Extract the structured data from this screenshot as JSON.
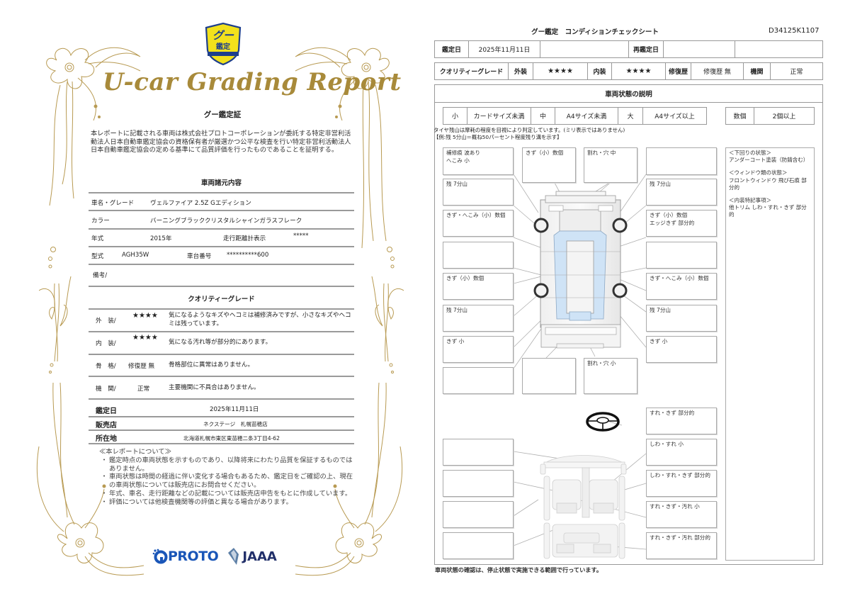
{
  "left_page": {
    "badge": {
      "top_text": "グー",
      "bottom_text": "鑑定",
      "color_fill": "#f2e11c",
      "color_border": "#1e3f8c"
    },
    "script_title": "U-car Grading Report",
    "certificate_title": "グー鑑定証",
    "certificate_intro": "本レポートに記載される車両は株式会社プロトコーポレーションが委託する特定非営利活動法人日本自動車鑑定協会の資格保有者が厳選かつ公平な検査を行い特定非営利活動法人日本自動車鑑定協会の定める基準にて品質評価を行ったものであることを証明する。",
    "specs": {
      "section_title": "車両諸元内容",
      "car_name_label": "車名・グレード",
      "car_name_value": "ヴェルファイア 2.5Z Gエディション",
      "color_label": "カラー",
      "color_value": "バーニングブラッククリスタルシャインガラスフレーク",
      "year_label": "年式",
      "year_value": "2015年",
      "odometer_label": "走行距離計表示",
      "odometer_value": "*****",
      "model_label": "型式",
      "model_value": "AGH35W",
      "chassis_label": "車台番号",
      "chassis_value": "**********600",
      "remarks_label": "備考/"
    },
    "quality": {
      "section_title": "クオリティーグレード",
      "rows": [
        {
          "label": "外　装/",
          "grade": "★★★★",
          "description": "気になるようなキズやヘコミは補修済みですが、小さなキズやヘコミは残っています。"
        },
        {
          "label": "内　装/",
          "grade": "★★★★",
          "description": "気になる汚れ等が部分的にあります。"
        },
        {
          "label": "骨　格/",
          "grade": "修復歴 無",
          "description": "骨格部位に異常はありません。"
        },
        {
          "label": "機　関/",
          "grade": "正常",
          "description": "主要機関に不具合はありません。"
        }
      ]
    },
    "info": {
      "date_label": "鑑定日",
      "date_value": "2025年11月11日",
      "dealer_label": "販売店",
      "dealer_value": "ネクステージ　札幌苗穂店",
      "location_label": "所在地",
      "location_value": "北海道札幌市東区東苗穂二条3丁目4-62"
    },
    "notes": {
      "heading": "≪本レポートについて≫",
      "items": [
        "鑑定時点の車両状態を示すものであり、以降将来にわたり品質を保証するものではありません。",
        "車両状態は時間の経過に伴い変化する場合もあるため、鑑定日をご確認の上、現在の車両状態については販売店にお問合せください。",
        "年式、車名、走行距離などの記載については販売店申告をもとに作成しています。",
        "評価については他検査機関等の評価と異なる場合があります。"
      ]
    },
    "logos": {
      "proto": "PROTO",
      "jaaa": "JAAA",
      "proto_color": "#1a56b8",
      "jaaa_color": "#22306a"
    },
    "ornament_color": "#b89a52"
  },
  "right_page": {
    "title": "グー鑑定　コンディションチェックシート",
    "sheet_id": "D34125K1107",
    "date_row": {
      "date_label": "鑑定日",
      "date_value": "2025年11月11日",
      "blank1": "",
      "reappraisal_label": "再鑑定日",
      "reappraisal_value": "",
      "blank2": ""
    },
    "grade_row": {
      "label": "クオリティーグレード",
      "exterior_label": "外装",
      "exterior_value": "★★★★",
      "interior_label": "内装",
      "interior_value": "★★★★",
      "repair_label": "修復歴",
      "repair_value": "修復歴 無",
      "engine_label": "機関",
      "engine_value": "正常"
    },
    "condition_title": "車両状態の説明",
    "size_legend": [
      {
        "key": "小",
        "desc": "カードサイズ未満"
      },
      {
        "key": "中",
        "desc": "A4サイズ未満"
      },
      {
        "key": "大",
        "desc": "A4サイズ以上"
      }
    ],
    "count_legend": {
      "key": "数個",
      "desc": "2個以上"
    },
    "tire_note_line1": "タイヤ残山は摩耗の程度を目視により判定しています。(ミリ表示ではありません)",
    "tire_note_line2": "【例:残 5分山＝概ね50パーセント程度残り溝を示す】",
    "exterior_callouts": {
      "left_front_top": [
        "補修痕 波あり",
        "へこみ 小"
      ],
      "left_front_tire": [
        "残 7分山"
      ],
      "left_front_door": [
        "きず・へこみ（小）数個"
      ],
      "left_rear_door_upper": [],
      "left_rear_door": [
        "きず（小）数個"
      ],
      "left_rear_tire": [
        "残 7分山"
      ],
      "left_rear_quarter": [
        "きず 小"
      ],
      "left_rear_bottom": [],
      "top_hood": [
        "きず（小）数個"
      ],
      "top_front_bumper": [
        "割れ・穴 中"
      ],
      "right_front_top": [],
      "right_front_tire": [
        "残 7分山"
      ],
      "right_front_door": [
        "きず（小）数個",
        "エッジきず 部分的"
      ],
      "right_rear_door_upper": [],
      "right_rear_door": [
        "きず・へこみ（小）数個"
      ],
      "right_rear_tire": [
        "残 7分山"
      ],
      "right_rear_quarter": [
        "きず 小"
      ],
      "bottom_back_door": [],
      "bottom_rear_bumper": [
        "割れ・穴 小"
      ]
    },
    "interior_callouts": {
      "steering": [
        "すれ・きず 部分的"
      ],
      "left_dashboard": [],
      "left_front_seat": [],
      "left_door_trim": [],
      "left_rear_seat": [],
      "right_front_seat": [
        "しわ・すれ 小"
      ],
      "right_door_trim": [
        "しわ・すれ・きず 部分的"
      ],
      "console": [
        "すれ・きず・汚れ 小"
      ],
      "rear_seat": [
        "すれ・きず・汚れ 部分的"
      ]
    },
    "remarks": [
      {
        "heading": "＜下回りの状態＞",
        "text": "アンダーコート塗装（防錆含む）"
      },
      {
        "heading": "＜ウィンドウ類の状態＞",
        "text": "フロントウィンドウ 飛び石痕 部分的"
      },
      {
        "heading": "＜内装特記事項＞",
        "text": "他トリム しわ・すれ・きず 部分的"
      }
    ],
    "footer_note": "車両状態の確認は、停止状態で実施できる範囲で行っています。"
  }
}
